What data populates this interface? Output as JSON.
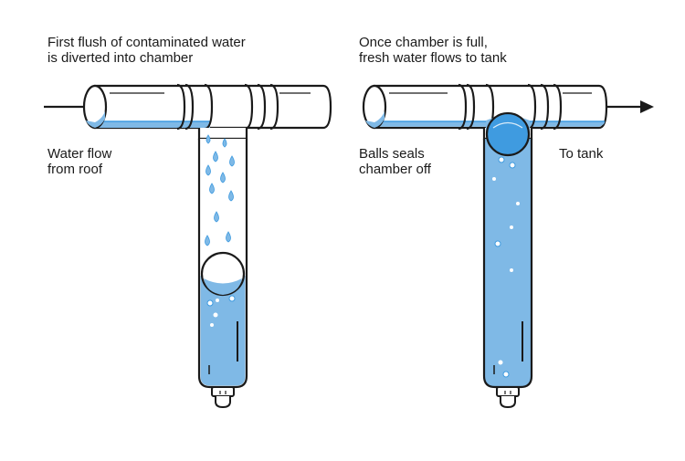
{
  "left_panel": {
    "caption_line1": "First flush of contaminated water",
    "caption_line2": "is diverted into chamber",
    "flow_label_line1": "Water flow",
    "flow_label_line2": "from roof"
  },
  "right_panel": {
    "caption_line1": "Once chamber is full,",
    "caption_line2": "fresh water flows to tank",
    "seal_label_line1": "Balls seals",
    "seal_label_line2": "chamber off",
    "tank_label": "To tank"
  },
  "colors": {
    "water": "#7fb9e6",
    "water_deep": "#3f9be0",
    "outline": "#1a1a1a",
    "background": "#ffffff"
  }
}
